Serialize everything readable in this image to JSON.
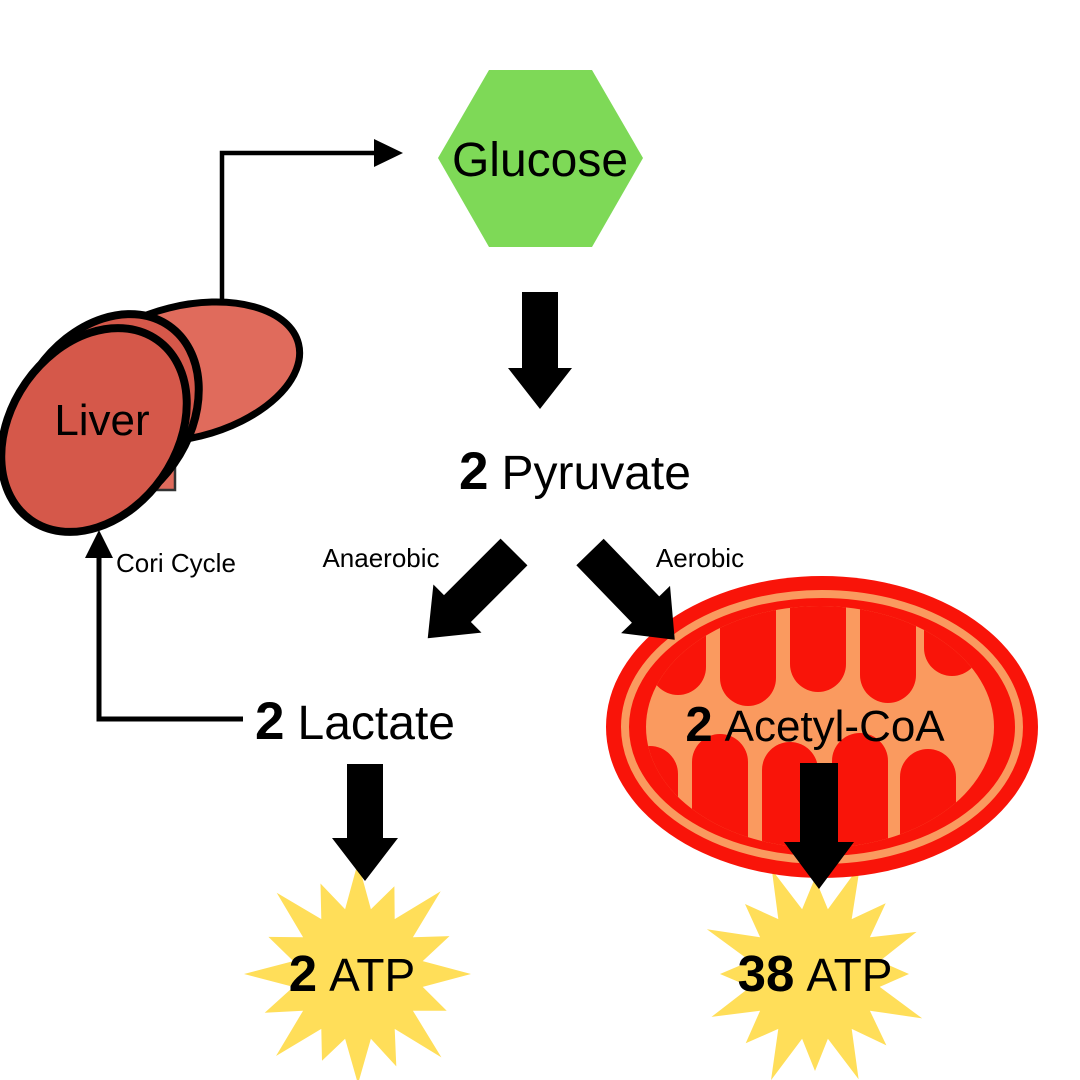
{
  "diagram": {
    "glucose": {
      "label": "Glucose"
    },
    "pyruvate": {
      "count": "2",
      "name": "Pyruvate"
    },
    "lactate": {
      "count": "2",
      "name": "Lactate"
    },
    "acetyl_coa": {
      "count": "2",
      "name": "Acetyl-CoA"
    },
    "atp_anaerobic": {
      "count": "2",
      "name": "ATP"
    },
    "atp_aerobic": {
      "count": "38",
      "name": "ATP"
    },
    "liver": {
      "label": "Liver"
    },
    "pathway_labels": {
      "cori_cycle": "Cori Cycle",
      "anaerobic": "Anaerobic",
      "aerobic": "Aerobic"
    }
  },
  "colors": {
    "glucose_green": "#7ED957",
    "liver_front": "#D5584A",
    "liver_back": "#E06B5C",
    "mito_red": "#F91409",
    "mito_orange": "#FA9A5F",
    "atp_yellow": "#FFDE59",
    "arrow_black": "#000000",
    "background": "#FFFFFF"
  }
}
